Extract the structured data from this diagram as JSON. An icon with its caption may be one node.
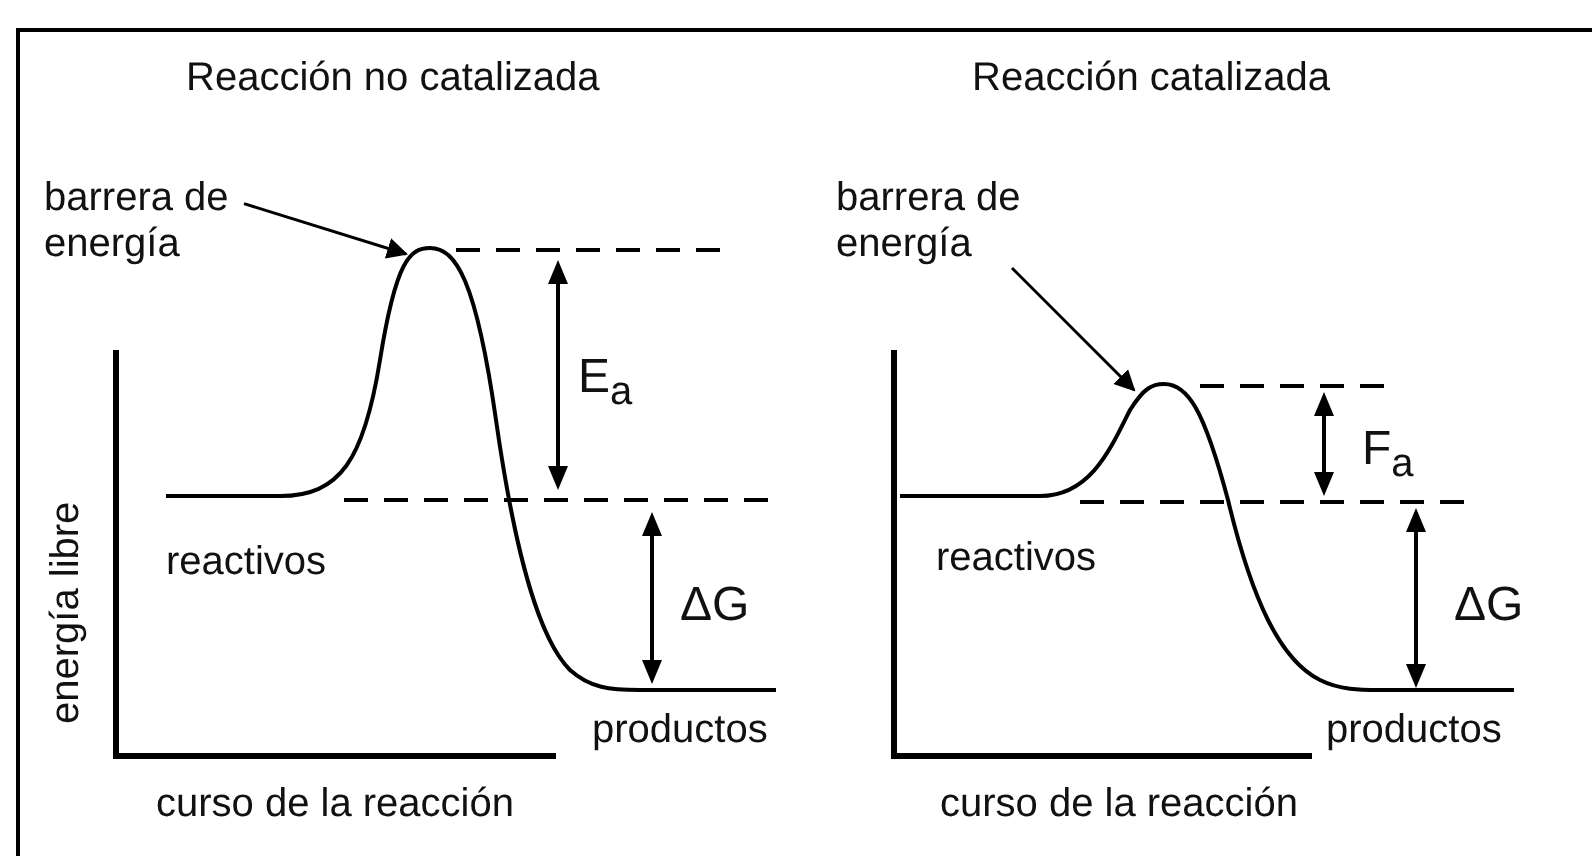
{
  "diagram": {
    "nodes": [
      {
        "text": [
          "barrera de energía"
        ]
      },
      {
        "text": [
          "barrera de energía"
        ]
      },
      {
        "text": [],
        "shape": "picture"
      },
      {
        "text": [],
        "shape": "picture"
      }
    ],
    "edges": [
      {
        "from": 0,
        "to": 2,
        "arrow": "to"
      },
      {
        "from": 1,
        "to": 3,
        "arrow": "to"
      }
    ],
    "labels": [
      "Reacción no catalizada",
      "Reacción catalizada",
      "E$_{a}$",
      "F$_{a}$",
      "energía libre",
      "reactivos",
      "ΔG",
      "reactivos",
      "ΔG",
      "productos",
      "productos",
      "curso de la reacción",
      "curso de la reacción"
    ]
  }
}
